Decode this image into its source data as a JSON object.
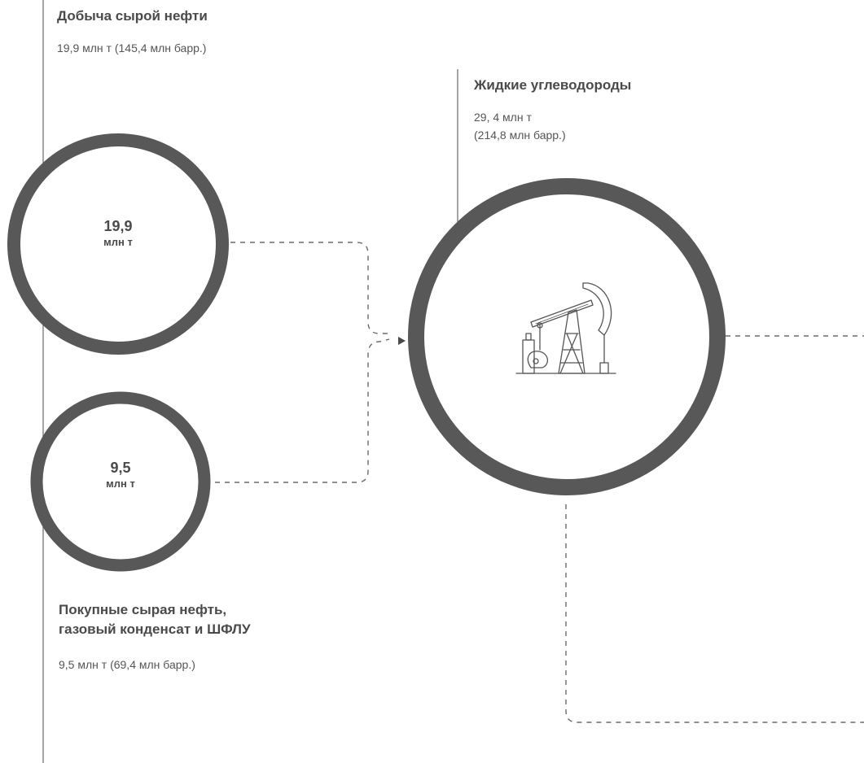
{
  "colors": {
    "ring": "#585858",
    "line": "#6a6a6a",
    "text": "#4a4a4a"
  },
  "crude_production": {
    "title": "Добыча сырой нефти",
    "detail": "19,9 млн т (145,4 млн барр.)",
    "circle_value": "19,9",
    "circle_unit": "млн т"
  },
  "purchased": {
    "title_line1": "Покупные сырая нефть,",
    "title_line2": "газовый конденсат и ШФЛУ",
    "detail": "9,5 млн т (69,4 млн барр.)",
    "circle_value": "9,5",
    "circle_unit": "млн т"
  },
  "liquid_hydrocarbons": {
    "title": "Жидкие углеводороды",
    "detail_line1": "29, 4 млн т",
    "detail_line2": "(214,8 млн барр.)",
    "icon": "oil-pumpjack-icon"
  }
}
